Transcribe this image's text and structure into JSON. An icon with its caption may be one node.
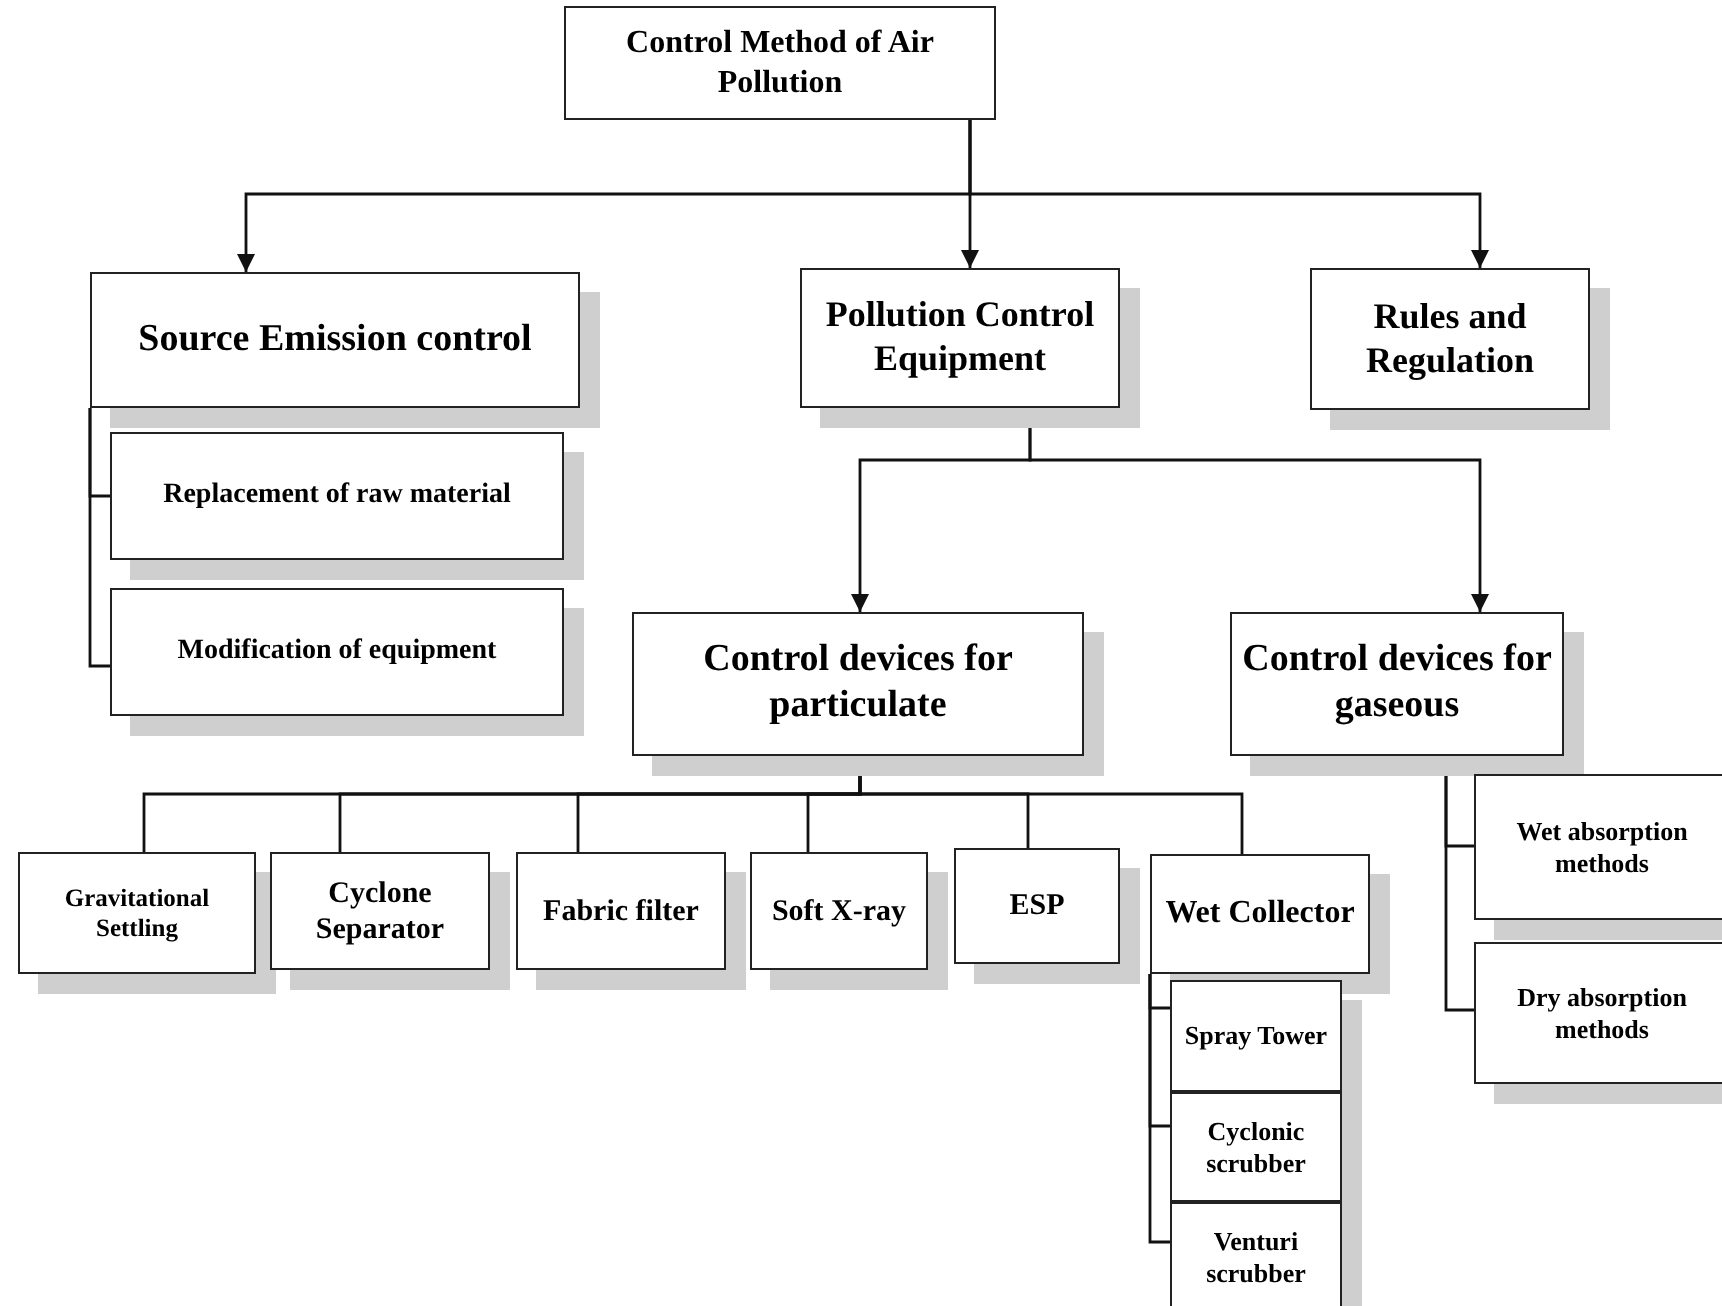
{
  "diagram": {
    "nodes": [
      {
        "text": [
          "Control Method of Air Pollution"
        ]
      },
      {
        "text": [
          "Source Emission control"
        ]
      },
      {
        "text": [
          "Pollution Control Equipment"
        ]
      },
      {
        "text": [
          "Rules and Regulation"
        ]
      },
      {
        "text": [
          "Replacement of raw material"
        ]
      },
      {
        "text": [
          "Modification of equipment"
        ]
      },
      {
        "text": [
          "Control devices for particulate"
        ]
      },
      {
        "text": [
          "Control devices for gaseous"
        ]
      },
      {
        "text": [
          "Gravitational Settling"
        ]
      },
      {
        "text": [
          "Cyclone Separator"
        ]
      },
      {
        "text": [
          "Fabric filter"
        ]
      },
      {
        "text": [
          "Soft X-ray"
        ]
      },
      {
        "text": [
          "ESP"
        ]
      },
      {
        "text": [
          "Wet Collector"
        ]
      },
      {
        "text": [
          "Spray Tower"
        ]
      },
      {
        "text": [
          "Cyclonic scrubber"
        ]
      },
      {
        "text": [
          "Venturi scrubber"
        ]
      },
      {
        "text": [
          "Wet absorption methods"
        ]
      },
      {
        "text": [
          "Dry absorption methods"
        ]
      }
    ],
    "edges": [
      {
        "from": 0,
        "to": 1,
        "arrow": "to"
      },
      {
        "from": 0,
        "to": 2,
        "arrow": "to"
      },
      {
        "from": 0,
        "to": 3,
        "arrow": "to"
      },
      {
        "from": 1,
        "to": 4,
        "arrow": "none"
      },
      {
        "from": 1,
        "to": 5,
        "arrow": "none"
      },
      {
        "from": 2,
        "to": 6,
        "arrow": "to"
      },
      {
        "from": 2,
        "to": 7,
        "arrow": "to"
      },
      {
        "from": 6,
        "to": 8,
        "arrow": "none"
      },
      {
        "from": 6,
        "to": 9,
        "arrow": "none"
      },
      {
        "from": 6,
        "to": 10,
        "arrow": "none"
      },
      {
        "from": 6,
        "to": 11,
        "arrow": "none"
      },
      {
        "from": 6,
        "to": 12,
        "arrow": "none"
      },
      {
        "from": 6,
        "to": 13,
        "arrow": "none"
      },
      {
        "from": 13,
        "to": 14,
        "arrow": "none"
      },
      {
        "from": 13,
        "to": 15,
        "arrow": "none"
      },
      {
        "from": 13,
        "to": 16,
        "arrow": "none"
      },
      {
        "from": 7,
        "to": 17,
        "arrow": "none"
      },
      {
        "from": 7,
        "to": 18,
        "arrow": "none"
      }
    ]
  }
}
